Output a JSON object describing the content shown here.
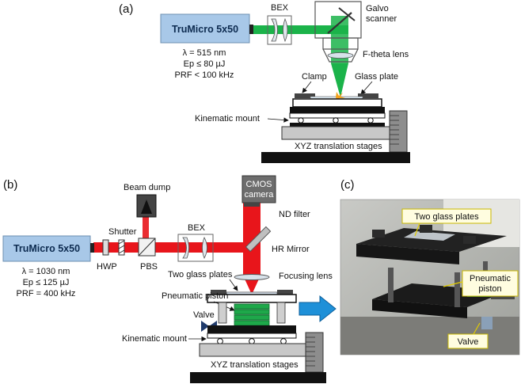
{
  "panel_a": {
    "label": "(a)",
    "laser_name": "TruMicro 5x50",
    "params": [
      "λ = 515 nm",
      "Ep ≤ 80 µJ",
      "PRF < 100 kHz"
    ],
    "bex": "BEX",
    "galvo_line1": "Galvo",
    "galvo_line2": "scanner",
    "ftheta": "F-theta lens",
    "clamp": "Clamp",
    "glass_plate": "Glass plate",
    "kinematic": "Kinematic mount",
    "xyz": "XYZ translation stages",
    "beam_color": "#1bb34a"
  },
  "panel_b": {
    "label": "(b)",
    "laser_name": "TruMicro 5x50",
    "params": [
      "λ = 1030 nm",
      "Ep ≤ 125 µJ",
      "PRF = 400 kHz"
    ],
    "beam_dump_line1": "Beam dump",
    "shutter": "Shutter",
    "bex": "BEX",
    "cmos_line1": "CMOS",
    "cmos_line2": "camera",
    "nd_filter": "ND filter",
    "hr_mirror": "HR Mirror",
    "hwp": "HWP",
    "pbs": "PBS",
    "two_glass_plates": "Two glass plates",
    "focusing_lens": "Focusing lens",
    "pneumatic_piston": "Pneumatic piston",
    "valve": "Valve",
    "kinematic": "Kinematic mount",
    "xyz": "XYZ translation stages",
    "beam_color": "#e8151b"
  },
  "panel_c": {
    "label": "(c)",
    "two_glass_plates": "Two glass plates",
    "piston_line1": "Pneumatic",
    "piston_line2": "piston",
    "valve": "Valve",
    "callout_color": "#fffde0"
  },
  "colors": {
    "laser_box": "#a8c8e8",
    "arrow": "#1e90d8"
  }
}
